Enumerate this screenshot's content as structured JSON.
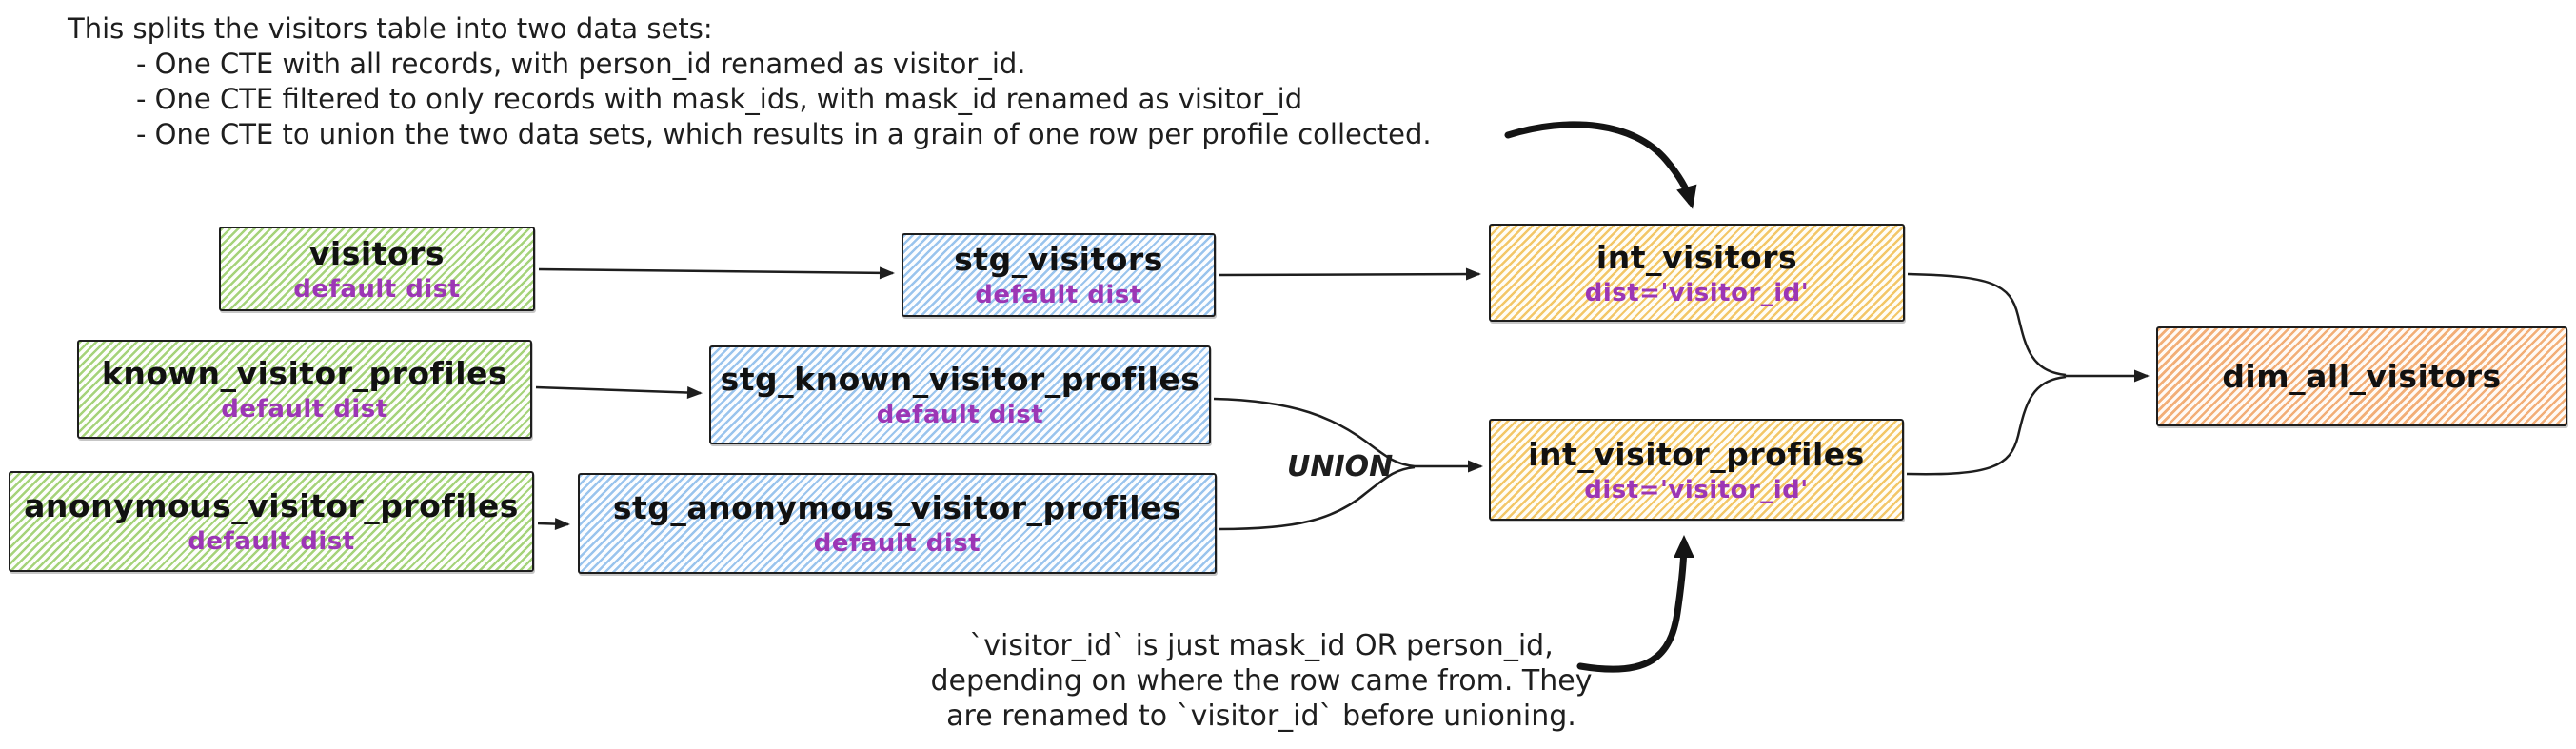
{
  "top_note": {
    "title": "This splits the visitors table into two data sets:",
    "bullets": [
      "- One CTE with all records, with person_id renamed as visitor_id.",
      "- One CTE filtered to only records with mask_ids, with mask_id renamed as visitor_id",
      "- One CTE to union the two data sets, which results in a grain of one row per profile collected."
    ]
  },
  "bottom_note": {
    "lines": [
      "`visitor_id` is just mask_id OR person_id,",
      "depending on where the row came from. They",
      "are renamed to `visitor_id` before unioning."
    ]
  },
  "union_label": "UNION",
  "nodes": [
    {
      "id": "visitors",
      "title": "visitors",
      "subtitle": "default dist",
      "color": "green"
    },
    {
      "id": "stg_visitors",
      "title": "stg_visitors",
      "subtitle": "default dist",
      "color": "blue"
    },
    {
      "id": "int_visitors",
      "title": "int_visitors",
      "subtitle": "dist='visitor_id'",
      "color": "yellow"
    },
    {
      "id": "known_visitor_profiles",
      "title": "known_visitor_profiles",
      "subtitle": "default dist",
      "color": "green"
    },
    {
      "id": "stg_known_visitor_profiles",
      "title": "stg_known_visitor_profiles",
      "subtitle": "default dist",
      "color": "blue"
    },
    {
      "id": "anonymous_visitor_profiles",
      "title": "anonymous_visitor_profiles",
      "subtitle": "default dist",
      "color": "green"
    },
    {
      "id": "stg_anonymous_visitor_profiles",
      "title": "stg_anonymous_visitor_profiles",
      "subtitle": "default dist",
      "color": "blue"
    },
    {
      "id": "int_visitor_profiles",
      "title": "int_visitor_profiles",
      "subtitle": "dist='visitor_id'",
      "color": "yellow"
    },
    {
      "id": "dim_all_visitors",
      "title": "dim_all_visitors",
      "subtitle": "",
      "color": "orange"
    }
  ],
  "colors": {
    "stroke": "#1e1e1e",
    "subtitle_purple": "#9c36b5",
    "green_hatch": "#a5d37a",
    "blue_hatch": "#9ac4ed",
    "yellow_hatch": "#f3c768",
    "orange_hatch": "#f2ae77",
    "background": "#ffffff"
  }
}
